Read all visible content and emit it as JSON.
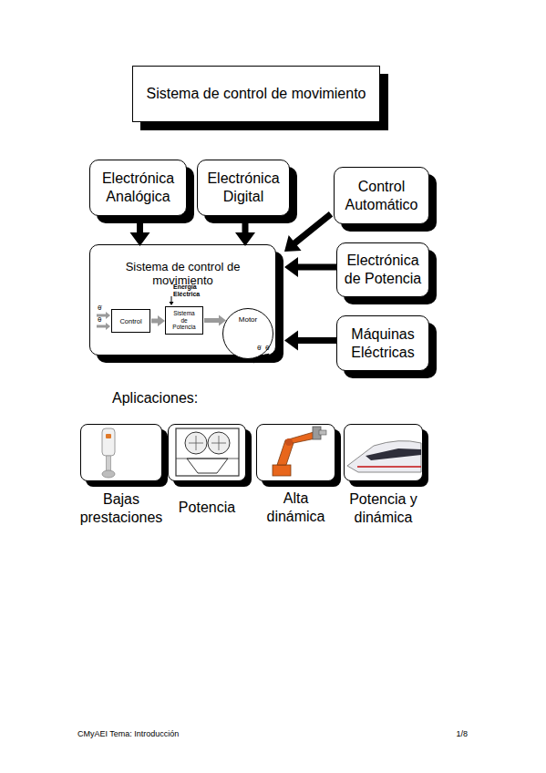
{
  "diagram": {
    "title": "Sistema de control de movimiento",
    "nodes": [
      {
        "text": [
          "Electrónica Analógica"
        ]
      },
      {
        "text": [
          "Electrónica Digital"
        ]
      },
      {
        "text": [
          "Control Automático"
        ]
      },
      {
        "text": [
          "Sistema de control de movimiento"
        ]
      },
      {
        "text": [
          "Control"
        ],
        "in": 3
      },
      {
        "text": [
          "Sistema de Potencia"
        ],
        "in": 3
      },
      {
        "text": [
          "Motor"
        ],
        "in": 3
      },
      {
        "text": [
          "Electrónica de Potencia"
        ]
      },
      {
        "text": [
          "Máquinas Eléctricas"
        ]
      },
      {
        "text": [
          "Bajas prestaciones"
        ]
      },
      {
        "text": [
          "Potencia"
        ]
      },
      {
        "text": [
          "Alta dinámica"
        ]
      },
      {
        "text": [
          "Potencia y dinámica"
        ]
      }
    ],
    "edges": [
      {
        "from": 0,
        "to": 3,
        "arrow": "to"
      },
      {
        "from": 1,
        "to": 3,
        "arrow": "to"
      },
      {
        "from": 2,
        "to": 3,
        "arrow": "to"
      },
      {
        "from": 7,
        "to": 3,
        "arrow": "to"
      },
      {
        "from": 8,
        "to": 3,
        "arrow": "to"
      },
      {
        "from": 4,
        "to": 5,
        "arrow": "to"
      },
      {
        "from": 5,
        "to": 6,
        "arrow": "to"
      }
    ],
    "labels": [
      "Energía Eléctrica",
      "θ̇",
      "θ",
      "θ̇",
      "θ",
      "Aplicaciones:",
      "CMyAEI Tema: Introducción",
      "1/8"
    ]
  }
}
